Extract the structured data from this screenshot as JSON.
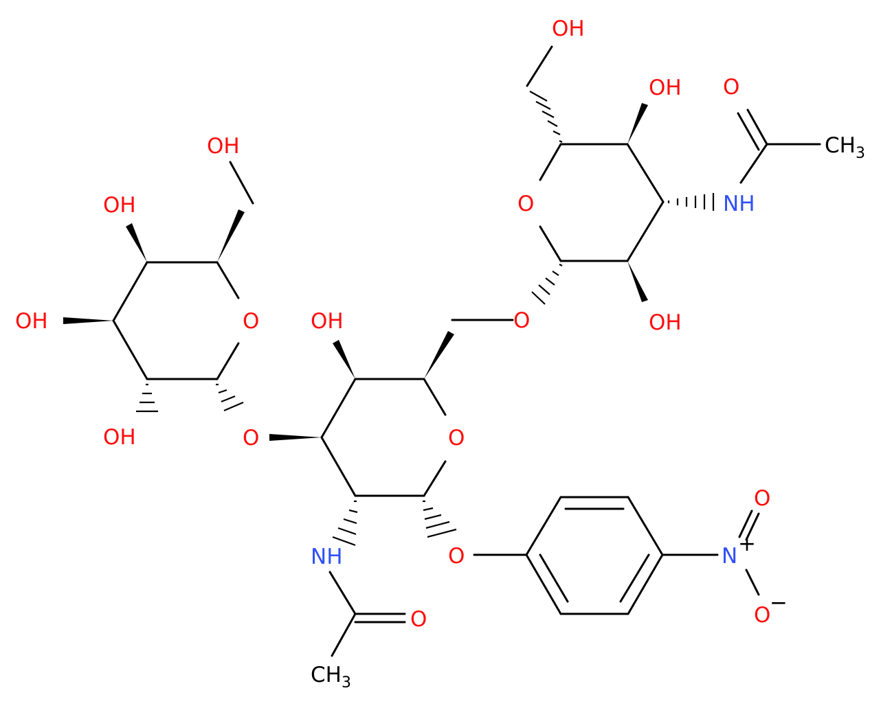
{
  "atoms": {
    "oh_top_right_ch2": "OH",
    "oh_right_c4": "OH",
    "oh_right_c2": "OH",
    "o_right_ring": "O",
    "o_right_link": "O",
    "nh_right": "NH",
    "o_right_carbonyl": "O",
    "ch3_right_c": "CH",
    "ch3_right_sub": "3",
    "oh_left_ch2": "OH",
    "oh_left_c4": "OH",
    "oh_left_c3": "OH",
    "oh_left_c2": "OH",
    "o_left_ring": "O",
    "o_left_link": "O",
    "oh_mid_c4": "OH",
    "o_mid_ring": "O",
    "o_mid_aryl": "O",
    "nh_mid": "NH",
    "o_mid_carbonyl": "O",
    "ch3_mid_c": "CH",
    "ch3_mid_sub": "3",
    "n_nitro": "N",
    "n_plus": "+",
    "o_nitro_top": "O",
    "o_nitro_bottom": "O",
    "o_minus": "−"
  },
  "colors": {
    "oxygen": "#ff0d0d",
    "nitrogen": "#3050f8",
    "carbon": "#000000"
  }
}
